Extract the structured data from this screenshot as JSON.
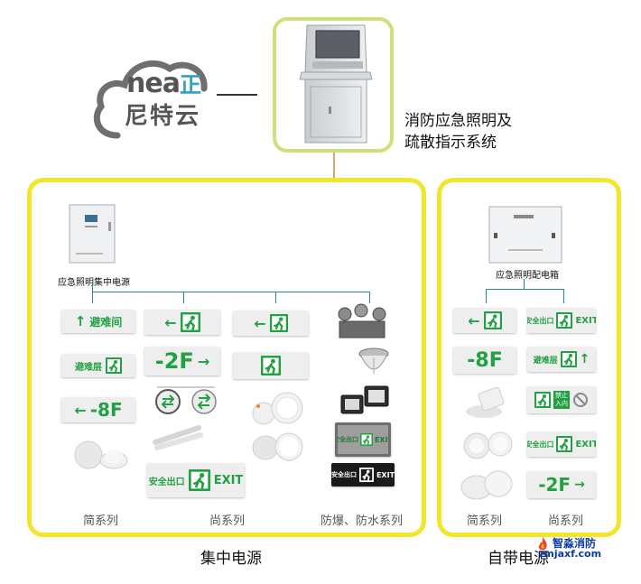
{
  "logo": {
    "latin": "nea",
    "latin_accent": "正",
    "chinese": "尼特云"
  },
  "system_title": {
    "line1": "消防应急照明及",
    "line2": "疏散指示系统"
  },
  "central": {
    "title": "集中电源",
    "device_caption": "应急照明集中电源",
    "series": [
      "简系列",
      "尚系列",
      "防爆、防水系列"
    ],
    "signs": {
      "evac_room": "避难间",
      "evac_floor": "避难层",
      "floor_minus8": "-8F",
      "floor_minus2": "-2F",
      "safe_exit": "安全出口",
      "exit": "EXIT"
    }
  },
  "self": {
    "title": "自带电源",
    "device_caption": "应急照明配电箱",
    "series": [
      "简系列",
      "尚系列"
    ],
    "signs": {
      "floor_minus8": "-8F",
      "evac_floor": "避难层",
      "safe_exit": "安全出口",
      "exit": "EXIT",
      "no_entry_1": "禁止",
      "no_entry_2": "入内",
      "floor_minus2": "-2F"
    }
  },
  "watermark": {
    "name": "智淼消防",
    "url": "zmjaxf.com"
  },
  "colors": {
    "panel_border": "#f1e62b",
    "console_border": "#cbe27a",
    "sign_green": "#22a043",
    "connector": "#2c8a8a"
  }
}
